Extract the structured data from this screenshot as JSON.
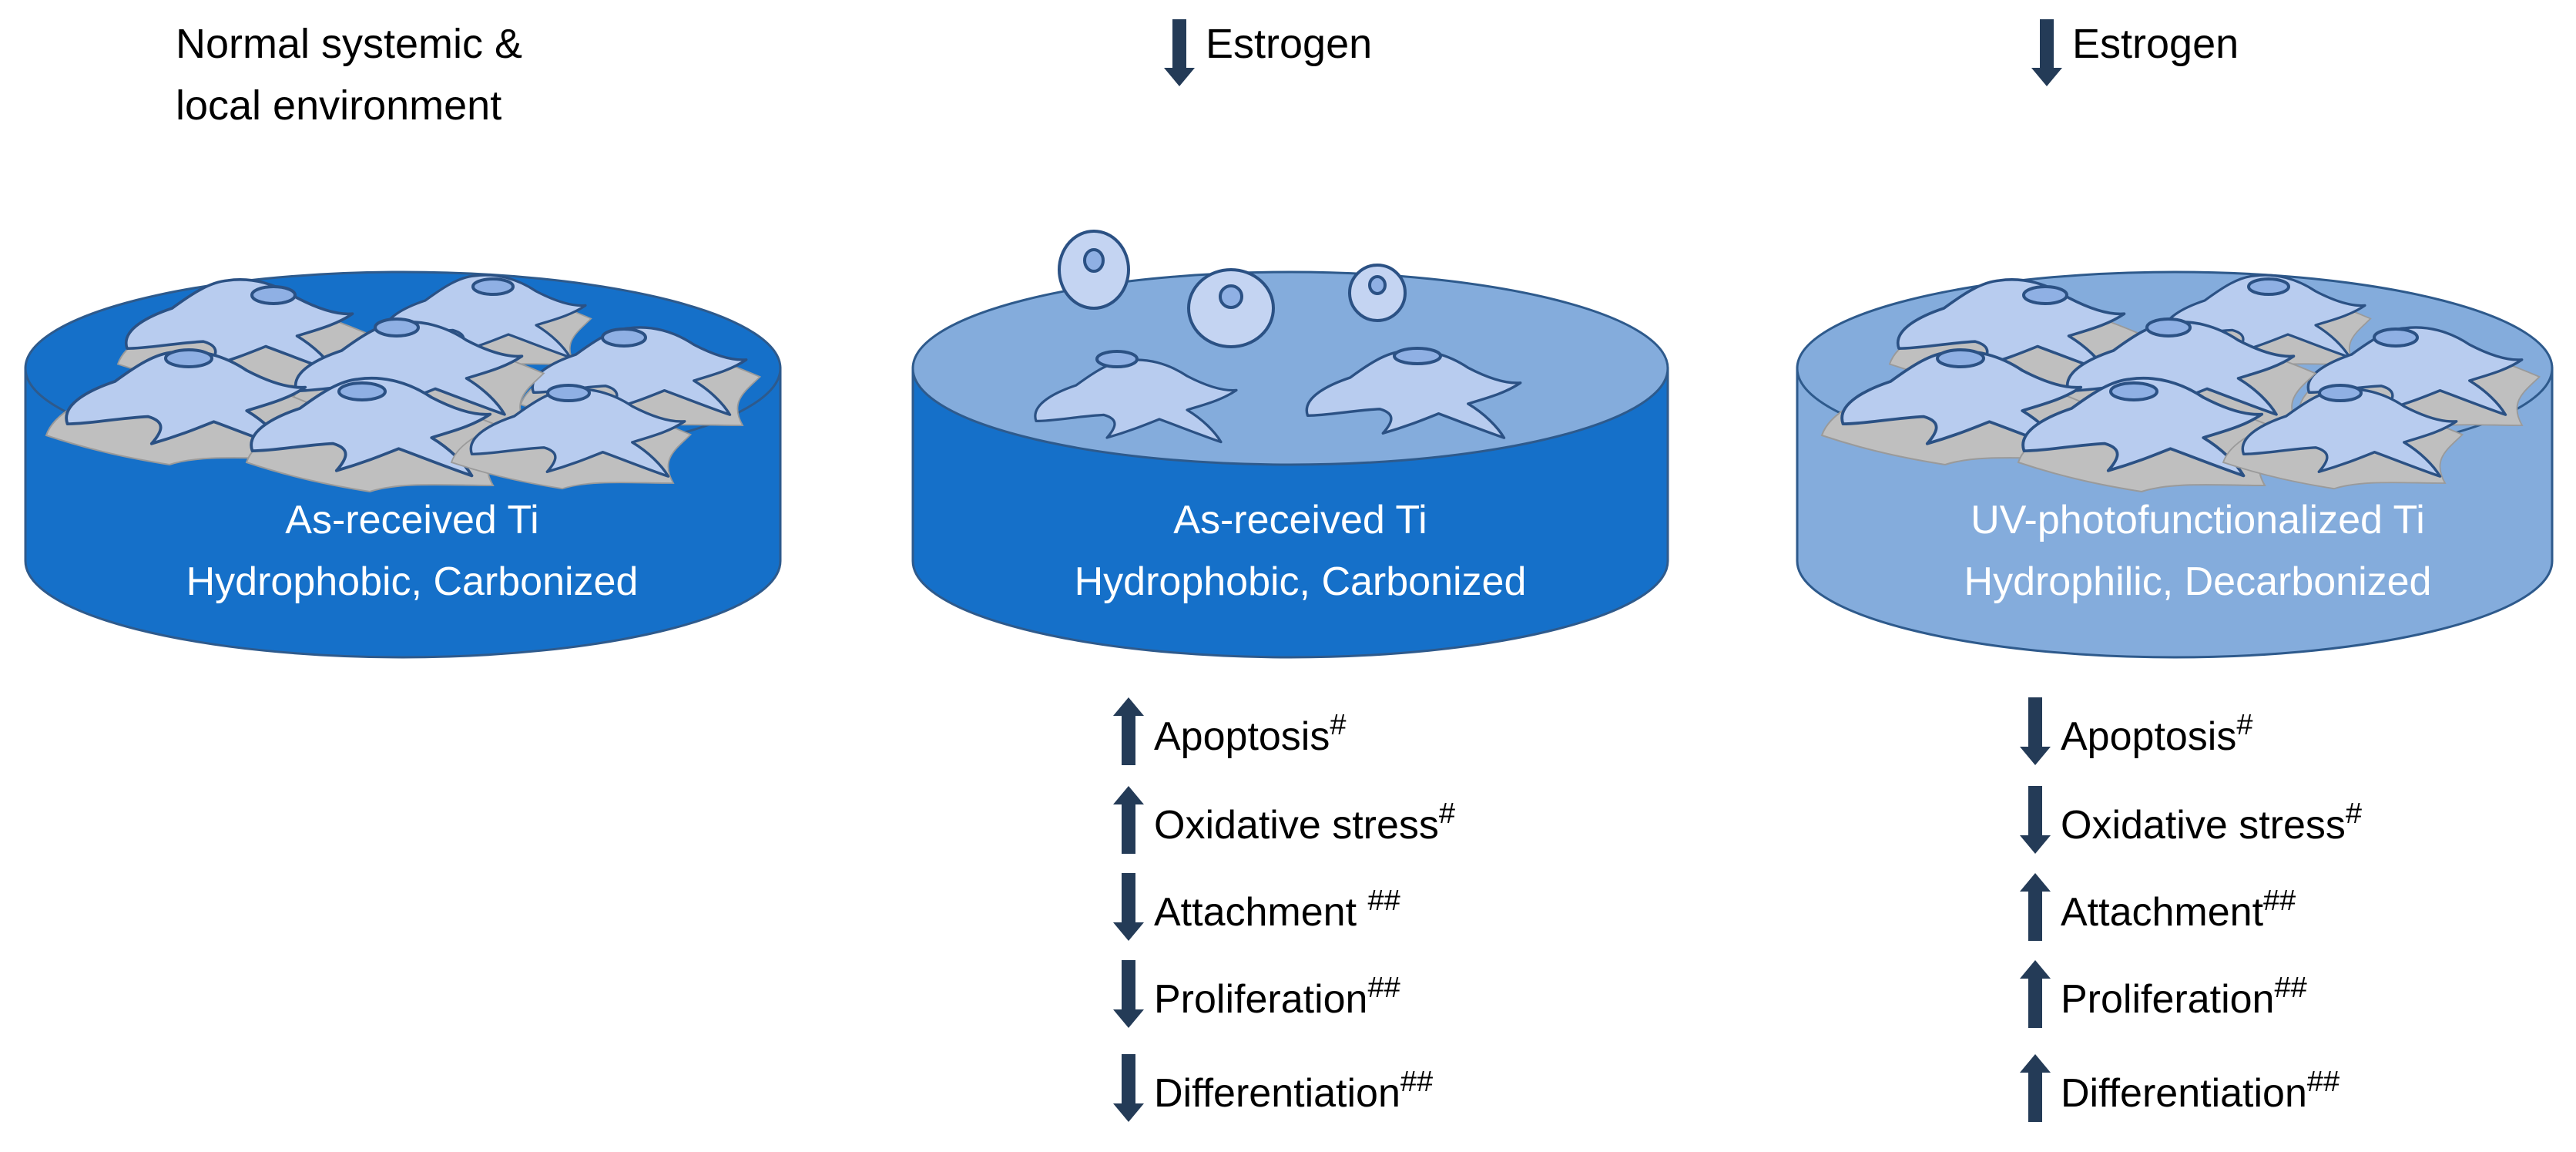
{
  "colors": {
    "disk_dark": "#1570c9",
    "disk_light": "#84acdc",
    "cell_fill": "#b8ccef",
    "cell_stroke": "#2b5184",
    "arrow": "#243b57"
  },
  "panels": [
    {
      "header_lines": [
        "Normal systemic &",
        "local environment"
      ],
      "has_estrogen": false,
      "disk_style": "dark",
      "disk_label_lines": [
        "As-received Ti",
        "Hydrophobic, Carbonized"
      ],
      "effects": []
    },
    {
      "header_lines": [],
      "has_estrogen": true,
      "estrogen_label": "Estrogen",
      "estrogen_arrow": "down-arrow-icon",
      "disk_style": "dark",
      "disk_label_lines": [
        "As-received Ti",
        "Hydrophobic, Carbonized"
      ],
      "effects": [
        {
          "label": "Apoptosis",
          "sup": "#",
          "direction": "up"
        },
        {
          "label": "Oxidative stress",
          "sup": "#",
          "direction": "up"
        },
        {
          "label": "Attachment ",
          "sup": "##",
          "direction": "down"
        },
        {
          "label": "Proliferation",
          "sup": "##",
          "direction": "down"
        },
        {
          "label": "Differentiation",
          "sup": "##",
          "direction": "down"
        }
      ]
    },
    {
      "header_lines": [],
      "has_estrogen": true,
      "estrogen_label": "Estrogen",
      "estrogen_arrow": "down-arrow-icon",
      "disk_style": "light",
      "disk_label_lines": [
        "UV-photofunctionalized Ti",
        "Hydrophilic, Decarbonized"
      ],
      "effects": [
        {
          "label": "Apoptosis",
          "sup": "#",
          "direction": "down"
        },
        {
          "label": "Oxidative stress",
          "sup": "#",
          "direction": "down"
        },
        {
          "label": "Attachment",
          "sup": "##",
          "direction": "up"
        },
        {
          "label": "Proliferation",
          "sup": "##",
          "direction": "up"
        },
        {
          "label": "Differentiation",
          "sup": "##",
          "direction": "up"
        }
      ]
    }
  ]
}
